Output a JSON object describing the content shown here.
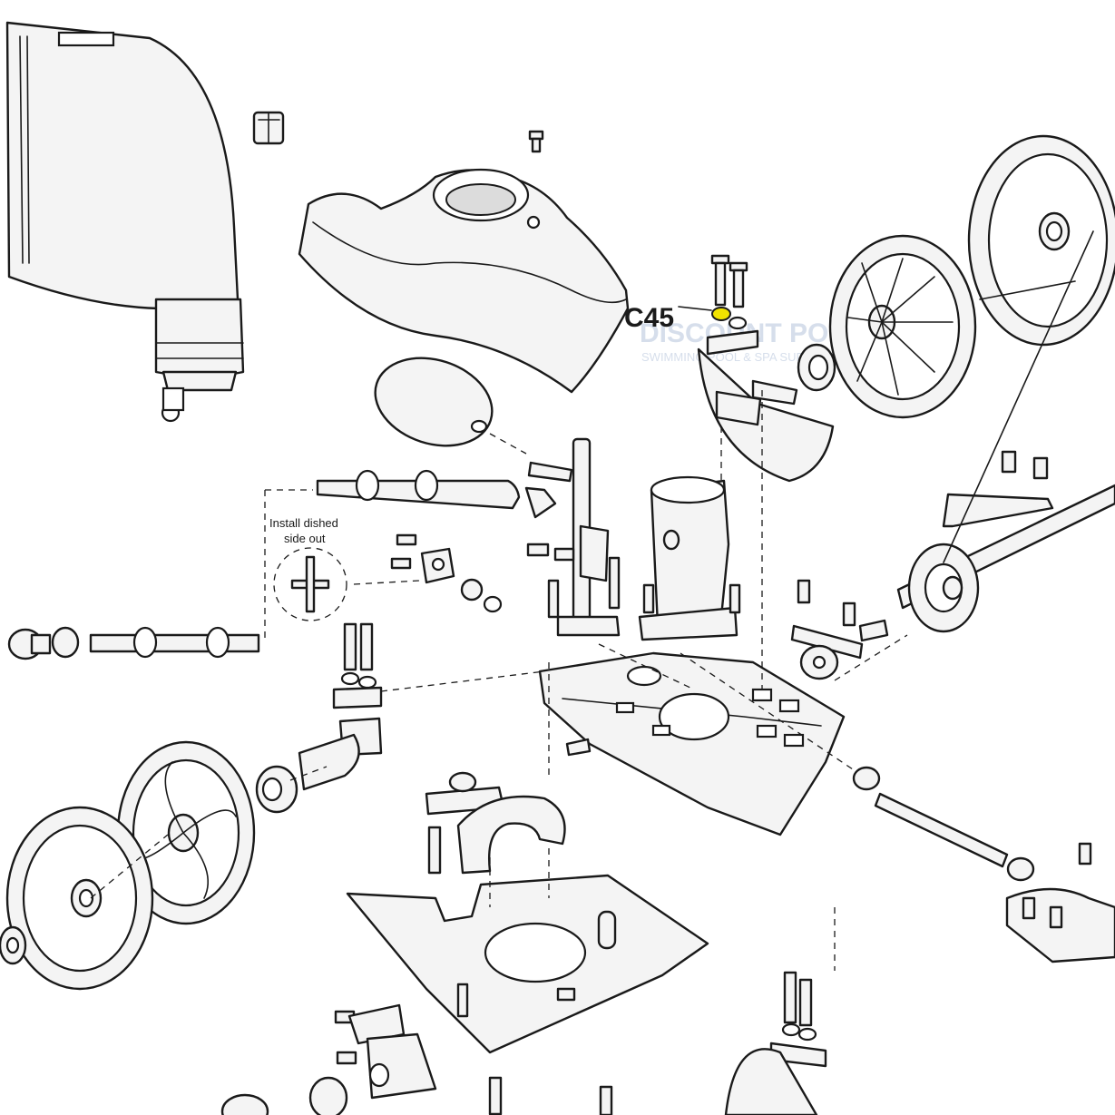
{
  "callout": {
    "part_code": "C45",
    "highlight_color": "#f2e300"
  },
  "note": {
    "line1": "Install dished",
    "line2": "side out"
  },
  "watermark": {
    "brand": "DISCOUNT POOL",
    "tagline": "SWIMMING POOL & SPA SUPPLY",
    "color": "#cfd9e8"
  }
}
